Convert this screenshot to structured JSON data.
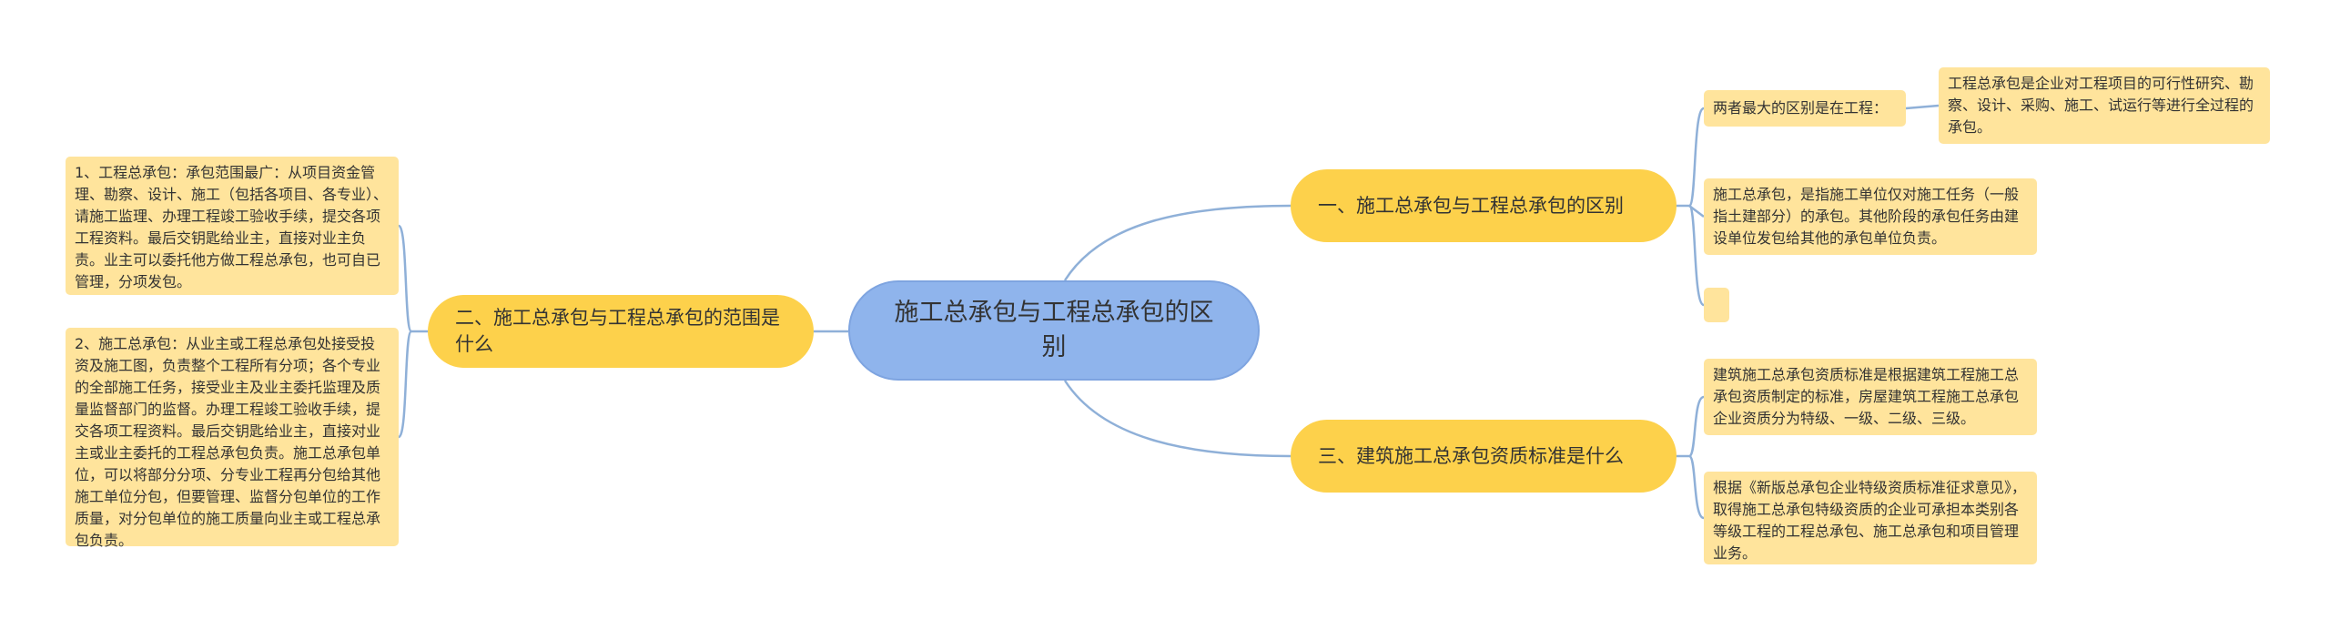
{
  "root": {
    "label": "施工总承包与工程总承包的区别"
  },
  "branches": [
    {
      "label": "一、施工总承包与工程总承包的区别"
    },
    {
      "label": "二、施工总承包与工程总承包的范围是什么"
    },
    {
      "label": "三、建筑施工总承包资质标准是什么"
    }
  ],
  "leaves": [
    {
      "text": "两者最大的区别是在工程："
    },
    {
      "text": "工程总承包是企业对工程项目的可行性研究、勘察、设计、采购、施工、试运行等进行全过程的承包。"
    },
    {
      "text": "施工总承包，是指施工单位仅对施工任务（一般指土建部分）的承包。其他阶段的承包任务由建设单位发包给其他的承包单位负责。"
    },
    {
      "text": ""
    },
    {
      "text": "建筑施工总承包资质标准是根据建筑工程施工总承包资质制定的标准，房屋建筑工程施工总承包企业资质分为特级、一级、二级、三级。"
    },
    {
      "text": "根据《新版总承包企业特级资质标准征求意见》，取得施工总承包特级资质的企业可承担本类别各等级工程的工程总承包、施工总承包和项目管理业务。"
    },
    {
      "text": "1、工程总承包：承包范围最广：从项目资金管理、勘察、设计、施工（包括各项目、各专业）、请施工监理、办理工程竣工验收手续，提交各项工程资料。最后交钥匙给业主，直接对业主负责。业主可以委托他方做工程总承包，也可自已管理，分项发包。"
    },
    {
      "text": "2、施工总承包：从业主或工程总承包处接受投资及施工图，负责整个工程所有分项；各个专业的全部施工任务，接受业主及业主委托监理及质量监督部门的监督。办理工程竣工验收手续，提交各项工程资料。最后交钥匙给业主，直接对业主或业主委托的工程总承包负责。施工总承包单位，可以将部分分项、分专业工程再分包给其他施工单位分包，但要管理、监督分包单位的工作质量，对分包单位的施工质量向业主或工程总承包负责。"
    }
  ],
  "colors": {
    "root_fill": "#8fb4ec",
    "branch_fill": "#fdd14b",
    "leaf_fill": "#ffe49c",
    "connector": "#8fb0d8"
  }
}
